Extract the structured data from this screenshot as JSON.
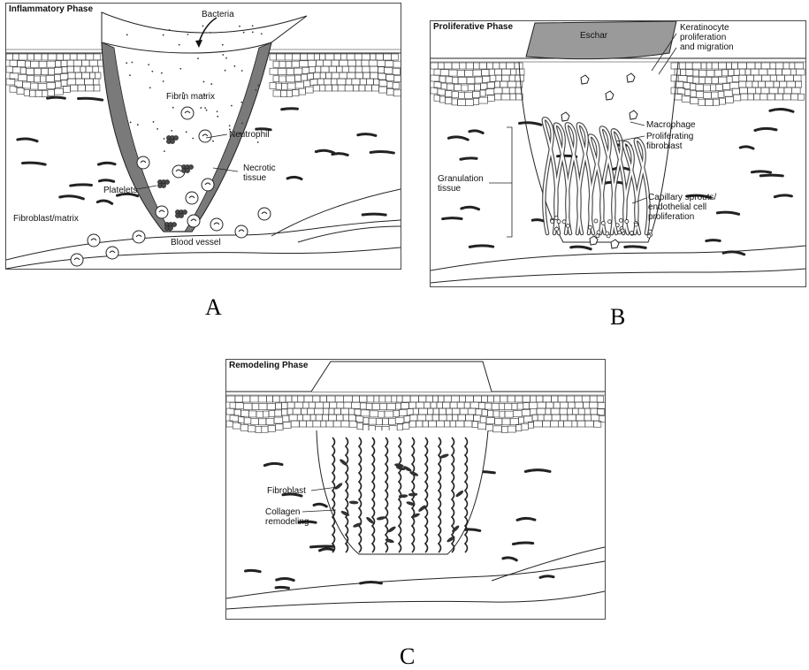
{
  "panels": {
    "a": {
      "title": "Inflammatory Phase",
      "caption": "A",
      "labels": {
        "bacteria": "Bacteria",
        "fibrin_matrix": "Fibrin matrix",
        "neutrophil": "Neutrophil",
        "necrotic_tissue": "Necrotic\ntissue",
        "platelets": "Platelets",
        "fibroblast_matrix": "Fibroblast/matrix",
        "blood_vessel": "Blood vessel"
      }
    },
    "b": {
      "title": "Proliferative Phase",
      "caption": "B",
      "labels": {
        "eschar": "Eschar",
        "keratinocyte": "Keratinocyte\nproliferation\nand migration",
        "macrophage": "Macrophage",
        "proliferating_fibroblast": "Proliferating\nfibroblast",
        "granulation_tissue": "Granulation\ntissue",
        "capillary_sprouts": "Capillary sprouts/\nendothelial cell\nproliferation"
      }
    },
    "c": {
      "title": "Remodeling Phase",
      "caption": "C",
      "labels": {
        "fibroblast": "Fibroblast",
        "collagen_remodeling": "Collagen\nremodeling"
      }
    }
  },
  "colors": {
    "line": "#222222",
    "necrotic_fill": "#7a7a7a",
    "eschar_fill": "#9a9a9a",
    "platelet_fill": "#4a4a4a"
  }
}
